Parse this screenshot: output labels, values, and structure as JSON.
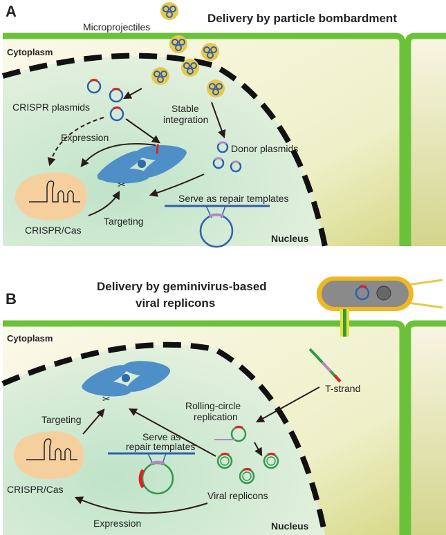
{
  "panel_a": {
    "letter": "A",
    "title": "Delivery by particle bombardment",
    "microprojectiles": "Microprojectiles",
    "cytoplasm": "Cytoplasm",
    "crispr_plasmids": "CRISPR plasmids",
    "stable_integration_1": "Stable",
    "stable_integration_2": "integration",
    "expression": "Expression",
    "donor_plasmids": "Donor plasmids",
    "serve_as_repair": "Serve as repair templates",
    "crispr_cas": "CRISPR/Cas",
    "targeting": "Targeting",
    "nucleus": "Nucleus"
  },
  "panel_b": {
    "letter": "B",
    "title_1": "Delivery by geminivirus-based",
    "title_2": "viral replicons",
    "cytoplasm": "Cytoplasm",
    "t_strand": "T-strand",
    "rolling_1": "Rolling-circle",
    "rolling_2": "replication",
    "targeting": "Targeting",
    "serve_1": "Serve as",
    "serve_2": "repair templates",
    "crispr_cas": "CRISPR/Cas",
    "viral_replicons": "Viral replicons",
    "expression": "Expression",
    "nucleus": "Nucleus"
  },
  "colors": {
    "cell_wall": "#6cc13a",
    "nucleus_fill": "#cfe8d6",
    "cytoplasm_fill": "#f4f2d4",
    "chromosome": "#4f8fc8",
    "protein": "#f6cf9e",
    "plasmid": "#2f5fb0",
    "replicon": "#2f9a4a",
    "accent_red": "#e02020",
    "accent_purple": "#b08ac0",
    "particle": "#e8c84a"
  }
}
